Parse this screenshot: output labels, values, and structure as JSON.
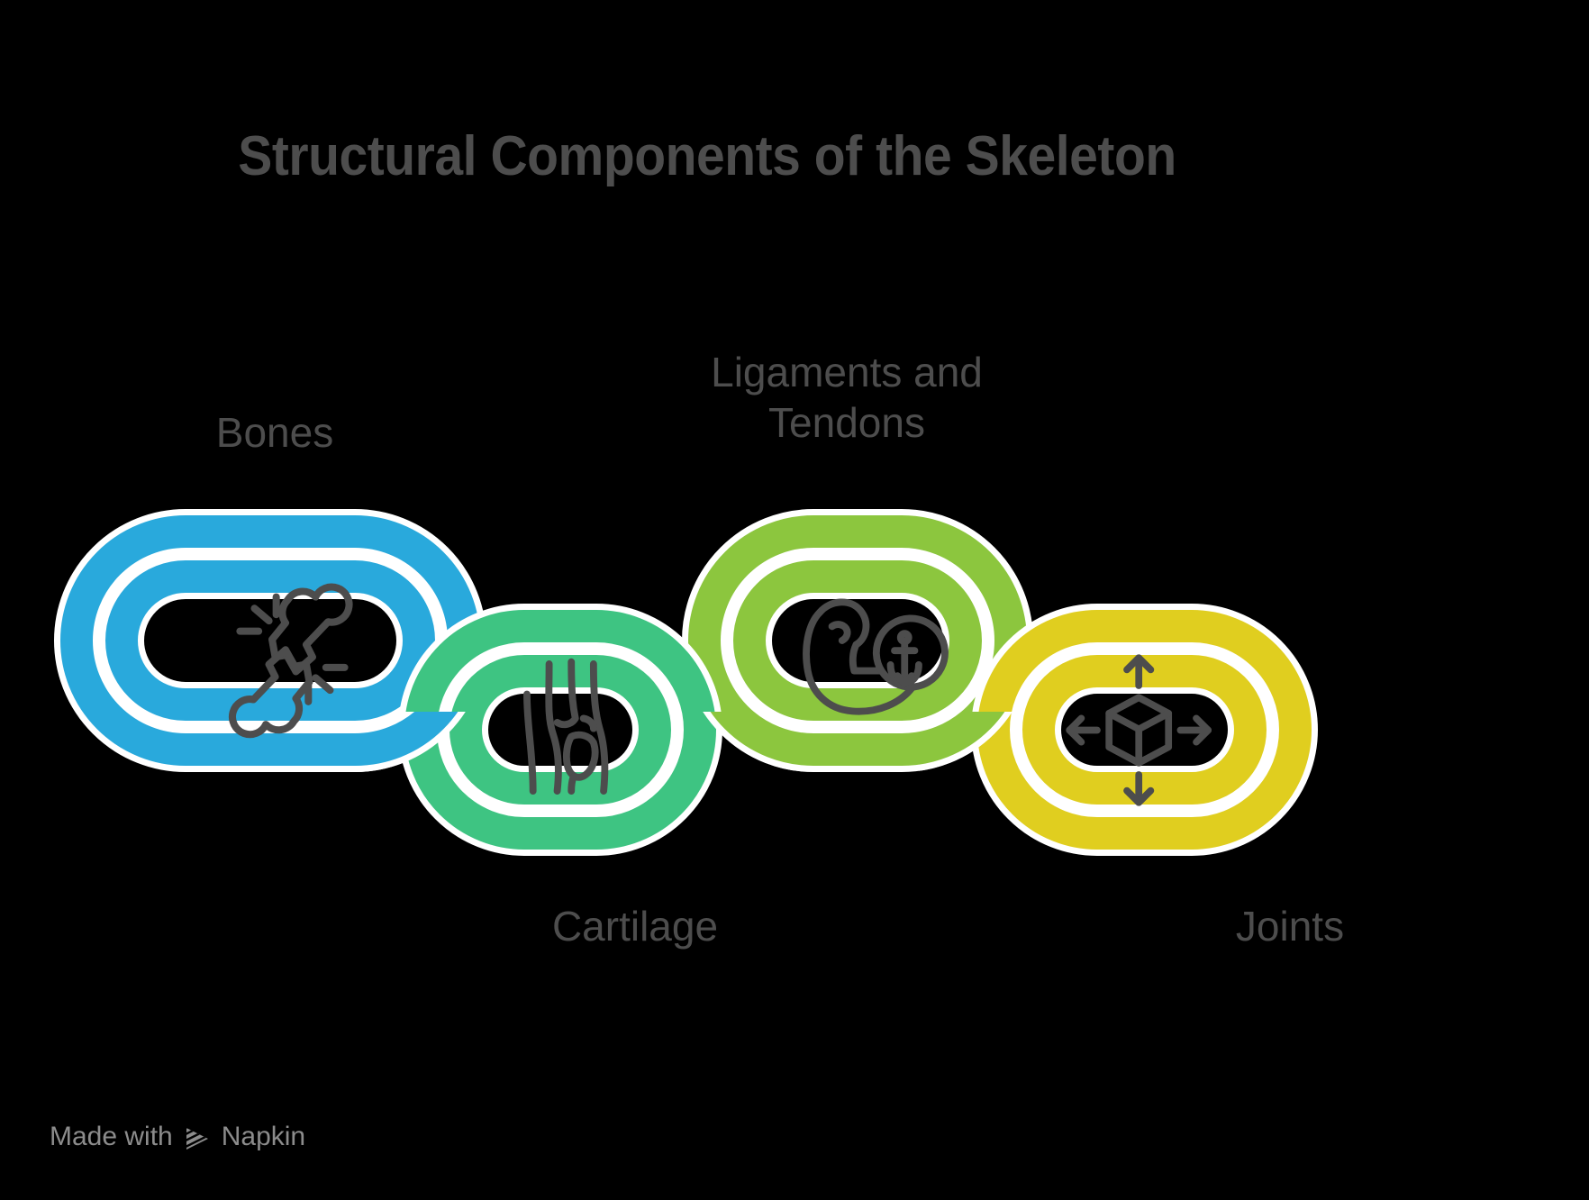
{
  "title": "Structural Components of the Skeleton",
  "theme": {
    "background": "#000000",
    "title_color": "#4d4d4d",
    "label_color": "#4d4d4d",
    "icon_color": "#4d4d4d",
    "link_outline": "#ffffff",
    "watermark_color": "#8c8c8c"
  },
  "diagram": {
    "type": "chain-links",
    "link_count": 4,
    "links": [
      {
        "id": "bones",
        "label": "Bones",
        "label_position": "above",
        "color": "#29a9dc",
        "icon": "broken-bone-icon",
        "row": "upper",
        "order": 1
      },
      {
        "id": "cartilage",
        "label": "Cartilage",
        "label_position": "below",
        "color": "#3ec482",
        "icon": "knee-joint-icon",
        "row": "lower",
        "order": 2
      },
      {
        "id": "ligaments-and-tendons",
        "label": "Ligaments and\nTendons",
        "label_position": "above",
        "color": "#8cc63e",
        "icon": "flexed-bicep-anchor-icon",
        "row": "upper",
        "order": 3
      },
      {
        "id": "joints",
        "label": "Joints",
        "label_position": "below",
        "color": "#e0ce1f",
        "icon": "cube-arrows-icon",
        "row": "lower",
        "order": 4
      }
    ]
  },
  "footer": {
    "made_with": "Made with",
    "brand": "Napkin",
    "logo_icon": "napkin-logo-icon"
  }
}
